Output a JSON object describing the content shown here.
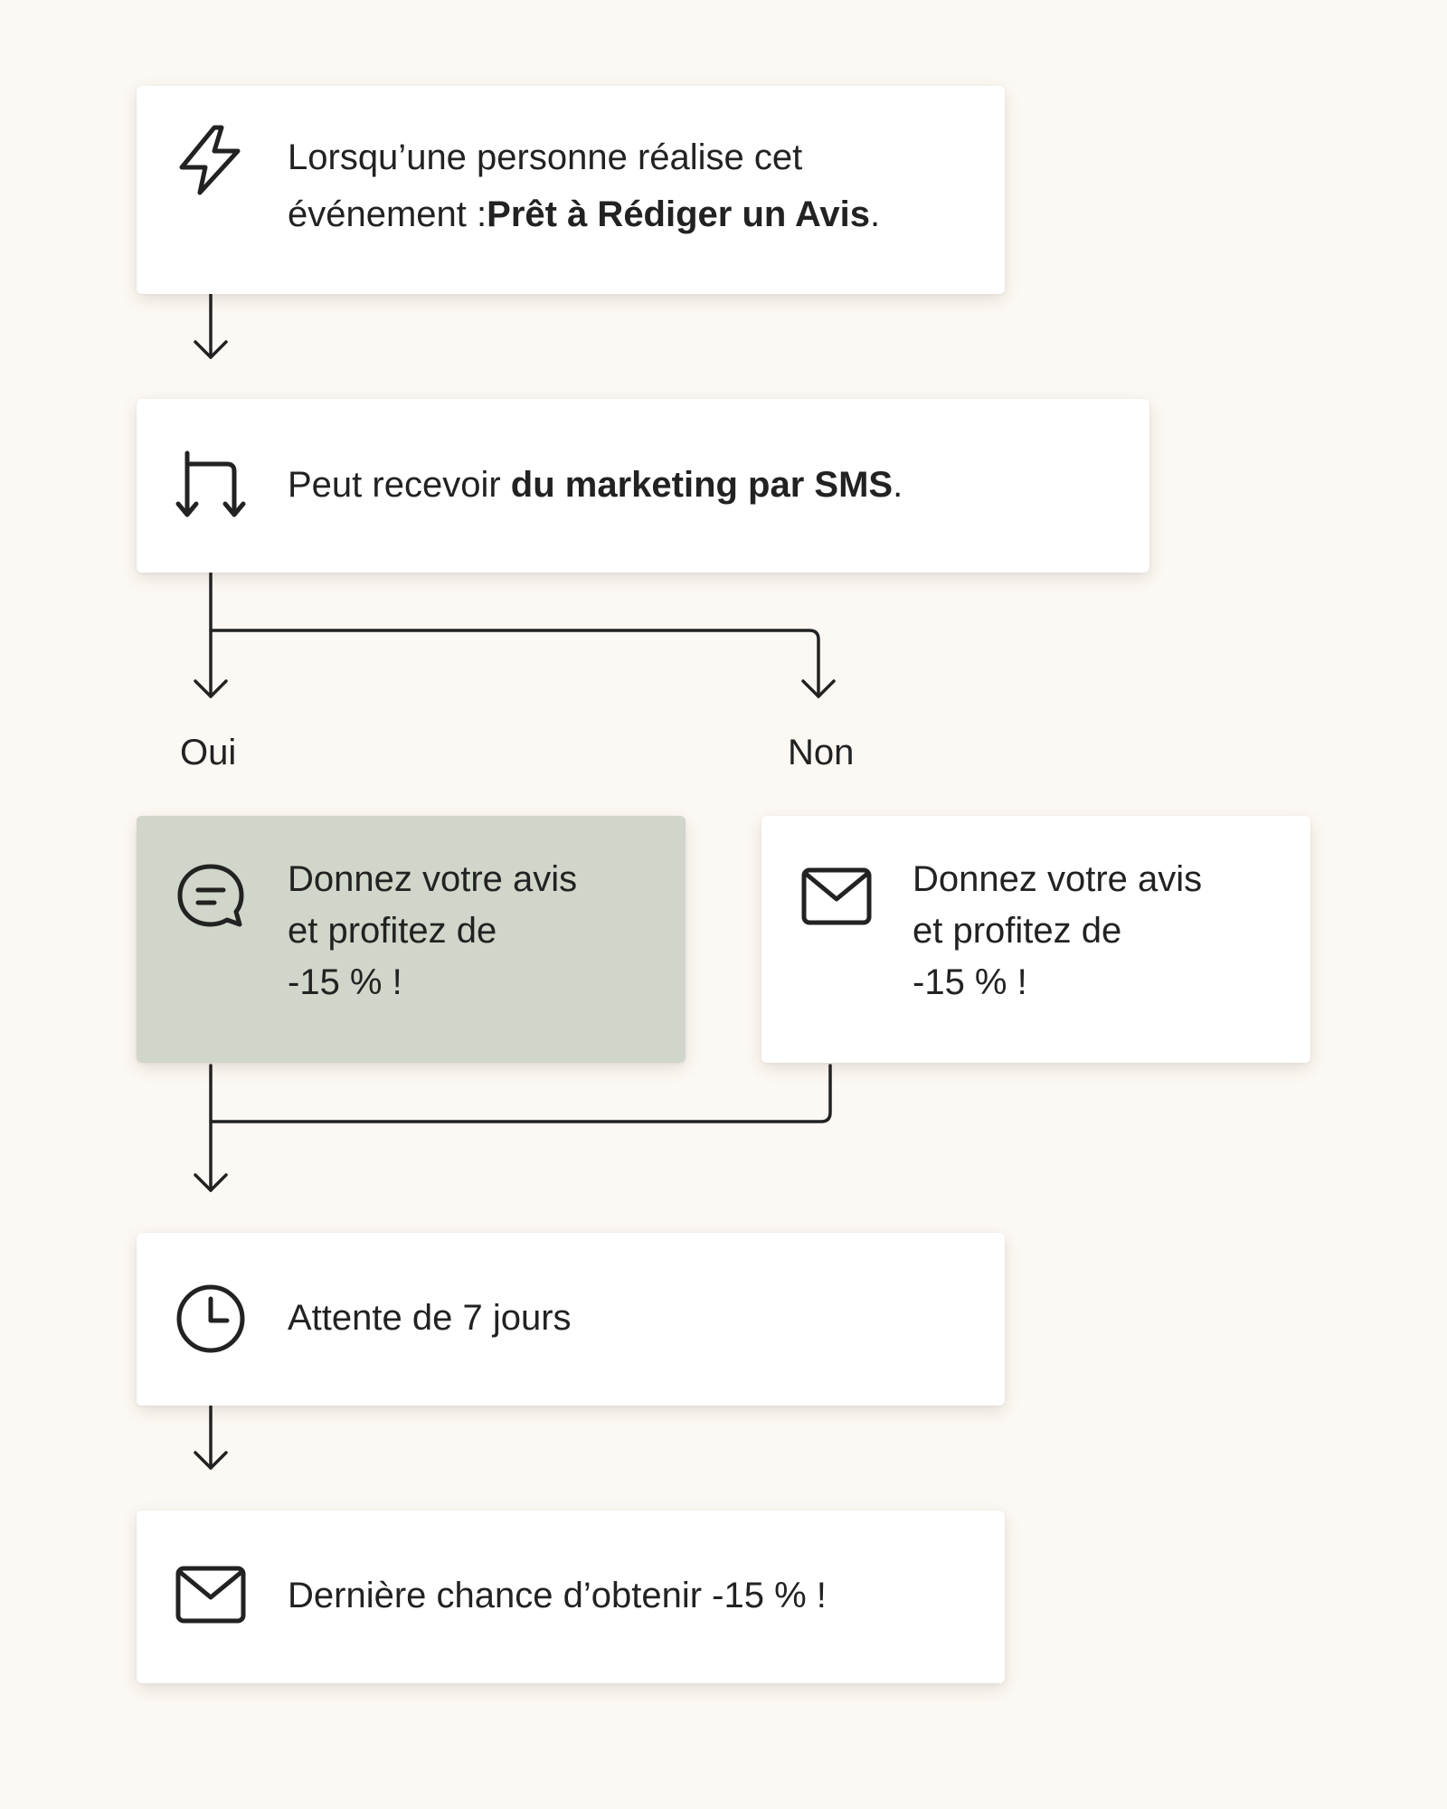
{
  "workflow": {
    "trigger": {
      "icon": "lightning-icon",
      "text_before": "Lorsqu’une personne réalise cet événement :",
      "text_bold": "Prêt à Rédiger un Avis",
      "text_after": "."
    },
    "condition": {
      "icon": "split-arrows-icon",
      "text_before": "Peut recevoir ",
      "text_bold": "du marketing par SMS",
      "text_after": "."
    },
    "branches": {
      "yes_label": "Oui",
      "no_label": "Non"
    },
    "sms_action": {
      "icon": "chat-bubble-icon",
      "lines": [
        "Donnez votre avis",
        "et profitez de",
        "-15 % !"
      ]
    },
    "email_action": {
      "icon": "envelope-icon",
      "lines": [
        "Donnez votre avis",
        "et profitez de",
        "-15 % !"
      ]
    },
    "delay": {
      "icon": "clock-icon",
      "text": "Attente de 7 jours"
    },
    "final_email": {
      "icon": "envelope-icon",
      "text": "Dernière chance d’obtenir -15 % !"
    }
  },
  "colors": {
    "background": "#fcf8f3",
    "card": "#ffffff",
    "highlight_card": "#d0d6c9",
    "line": "#222222"
  }
}
